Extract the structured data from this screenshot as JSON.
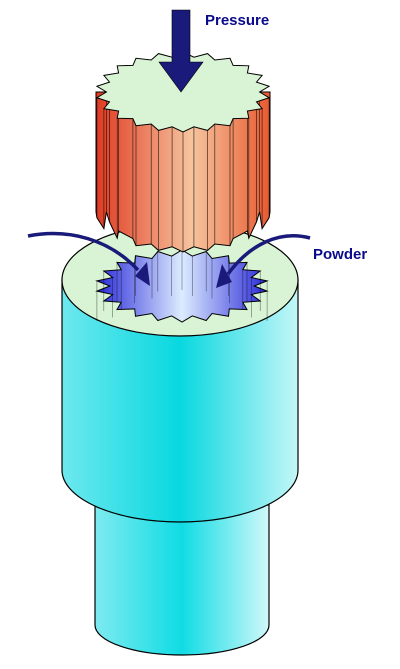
{
  "labels": {
    "pressure": "Pressure",
    "powder": "Powder"
  },
  "colors": {
    "label_text": "#0a0a8c",
    "arrow": "#1a1a7a",
    "punch_top_face": "#d9f4d4",
    "punch_side_dark": "#e03a22",
    "punch_side_light": "#f6c49e",
    "die_top_face": "#d9f4d4",
    "die_body_edge": "#6ee8ee",
    "die_body_center": "#08d8e0",
    "cavity_dark": "#2a2ad8",
    "cavity_light": "#dcecff",
    "outline": "#000000"
  },
  "icons": {
    "pressure_arrow": "down-arrow",
    "powder_arrows": "curved-arrow"
  }
}
